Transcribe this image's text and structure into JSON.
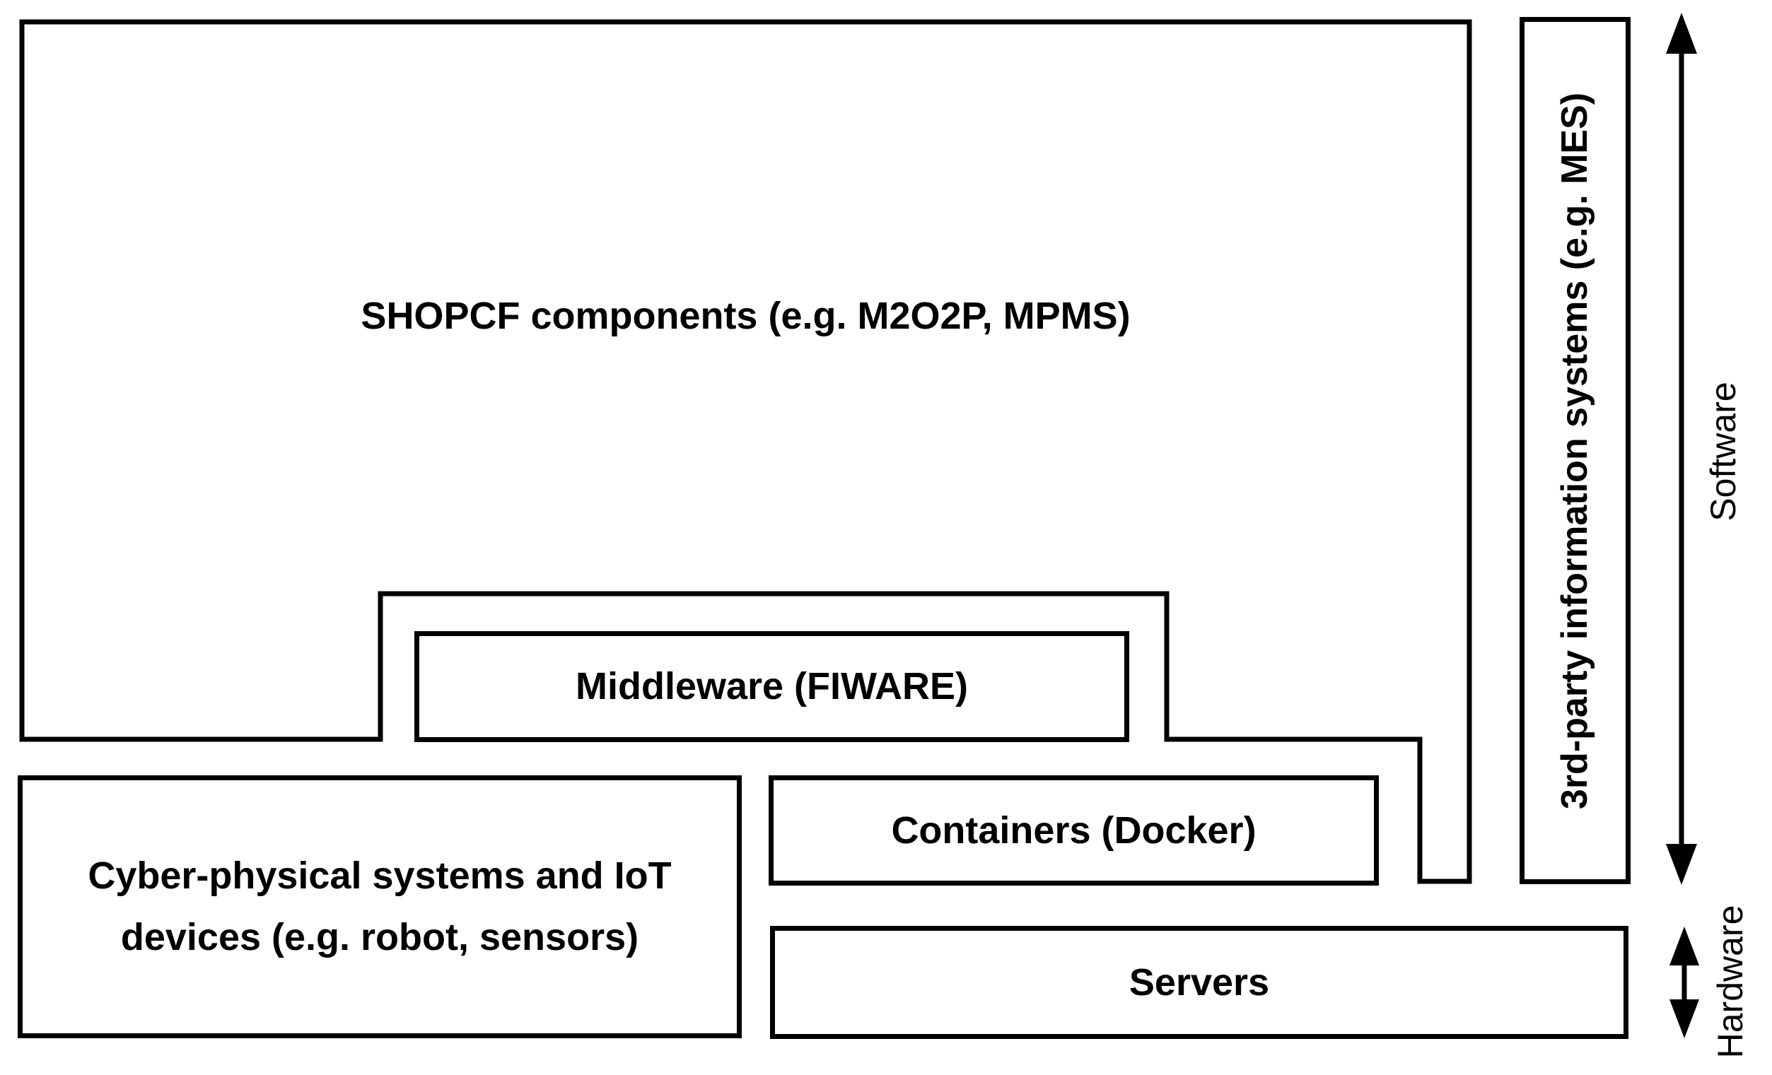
{
  "diagram": {
    "boxes": {
      "shopcf": {
        "label": "SHOPCF components (e.g. M2O2P, MPMS)"
      },
      "middleware": {
        "label": "Middleware (FIWARE)"
      },
      "containers": {
        "label": "Containers (Docker)"
      },
      "cyber_physical": {
        "label_line1": "Cyber-physical systems and IoT",
        "label_line2": "devices (e.g. robot, sensors)"
      },
      "servers": {
        "label": "Servers"
      },
      "third_party": {
        "label": "3rd-party information systems (e.g. MES)"
      }
    },
    "side_labels": {
      "software": "Software",
      "hardware": "Hardware"
    },
    "colors": {
      "line": "#000000",
      "background": "#ffffff"
    }
  }
}
